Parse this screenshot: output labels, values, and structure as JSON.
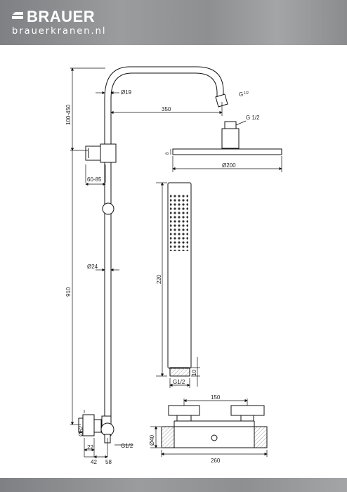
{
  "brand": {
    "name": "BRAUER",
    "website": "brauerkranen.nl"
  },
  "dimensions": {
    "height_adjust": "100-450",
    "arm_diameter": "Ø19",
    "arm_length": "350",
    "arm_thread": "G",
    "arm_thread_frac": "1/2",
    "head_connection": "G 1/2",
    "head_thickness": "8",
    "head_diameter": "Ø200",
    "holder_range": "60-85",
    "rail_diameter": "Ø24",
    "total_height": "910",
    "handshower_length": "220",
    "handshower_end": "10",
    "handshower_thread": "G1/2",
    "knob_diameter": "Ø62",
    "inlet_thread": "G1/2",
    "depth_22": "22",
    "depth_42": "42",
    "depth_58": "58",
    "centers": "150",
    "body_diameter": "Ø40",
    "overall_width": "260"
  }
}
